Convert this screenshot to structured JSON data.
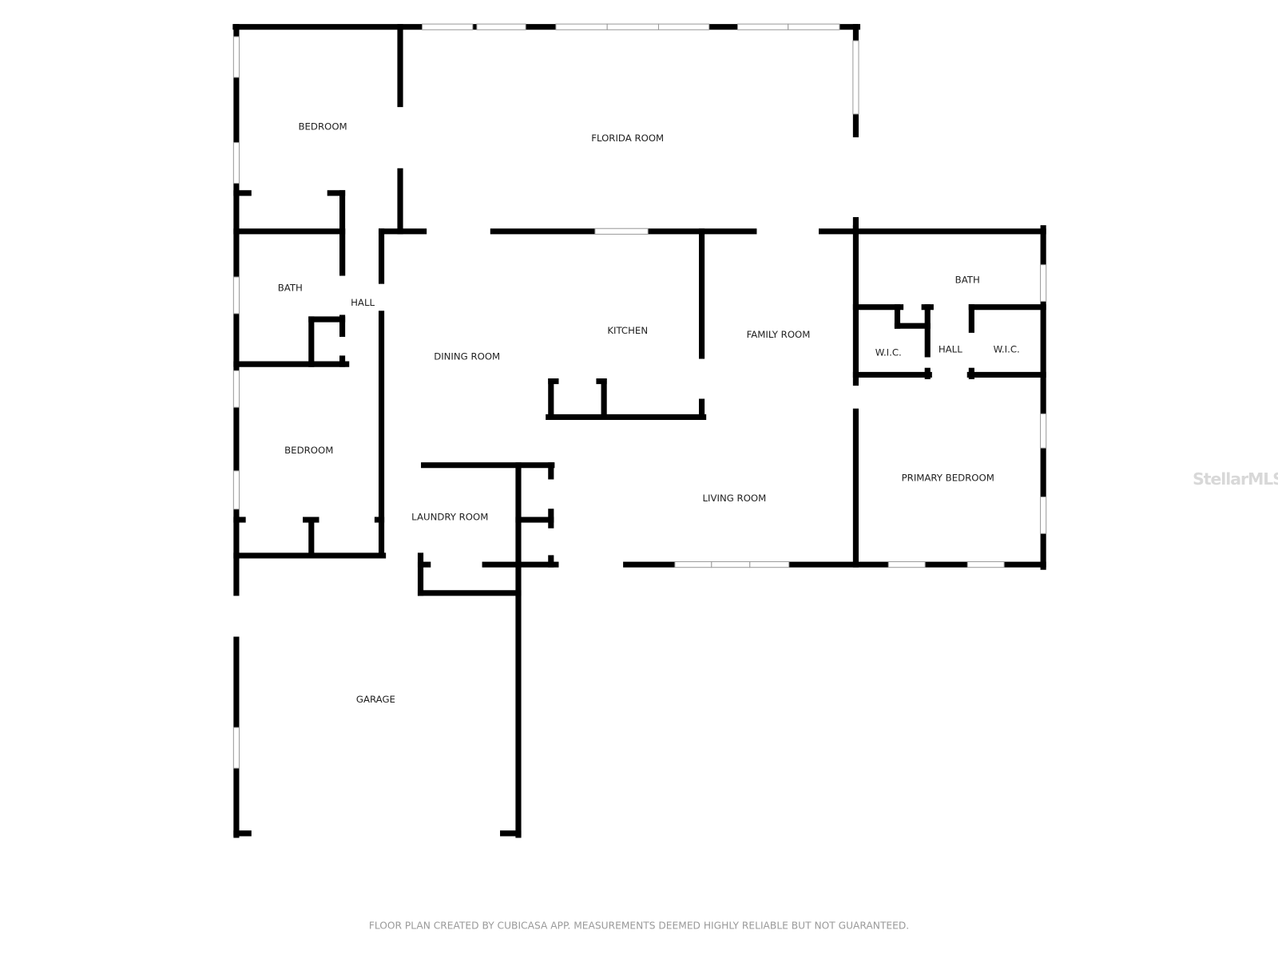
{
  "rooms": {
    "bedroom_1": "BEDROOM",
    "florida_room": "FLORIDA ROOM",
    "bath_1": "BATH",
    "hall_1": "HALL",
    "dining_room": "DINING ROOM",
    "kitchen": "KITCHEN",
    "family_room": "FAMILY ROOM",
    "bath_2": "BATH",
    "wic_1": "W.I.C.",
    "hall_2": "HALL",
    "wic_2": "W.I.C.",
    "bedroom_2": "BEDROOM",
    "laundry_room": "LAUNDRY ROOM",
    "living_room": "LIVING ROOM",
    "primary_bedroom": "PRIMARY BEDROOM",
    "garage": "GARAGE"
  },
  "footer": "FLOOR PLAN CREATED BY CUBICASA APP. MEASUREMENTS DEEMED HIGHLY RELIABLE BUT NOT GUARANTEED.",
  "watermark": "StellarMLS",
  "colors": {
    "wall": "#000000",
    "window": "#ffffff",
    "window_outline": "#9a9a9a"
  }
}
